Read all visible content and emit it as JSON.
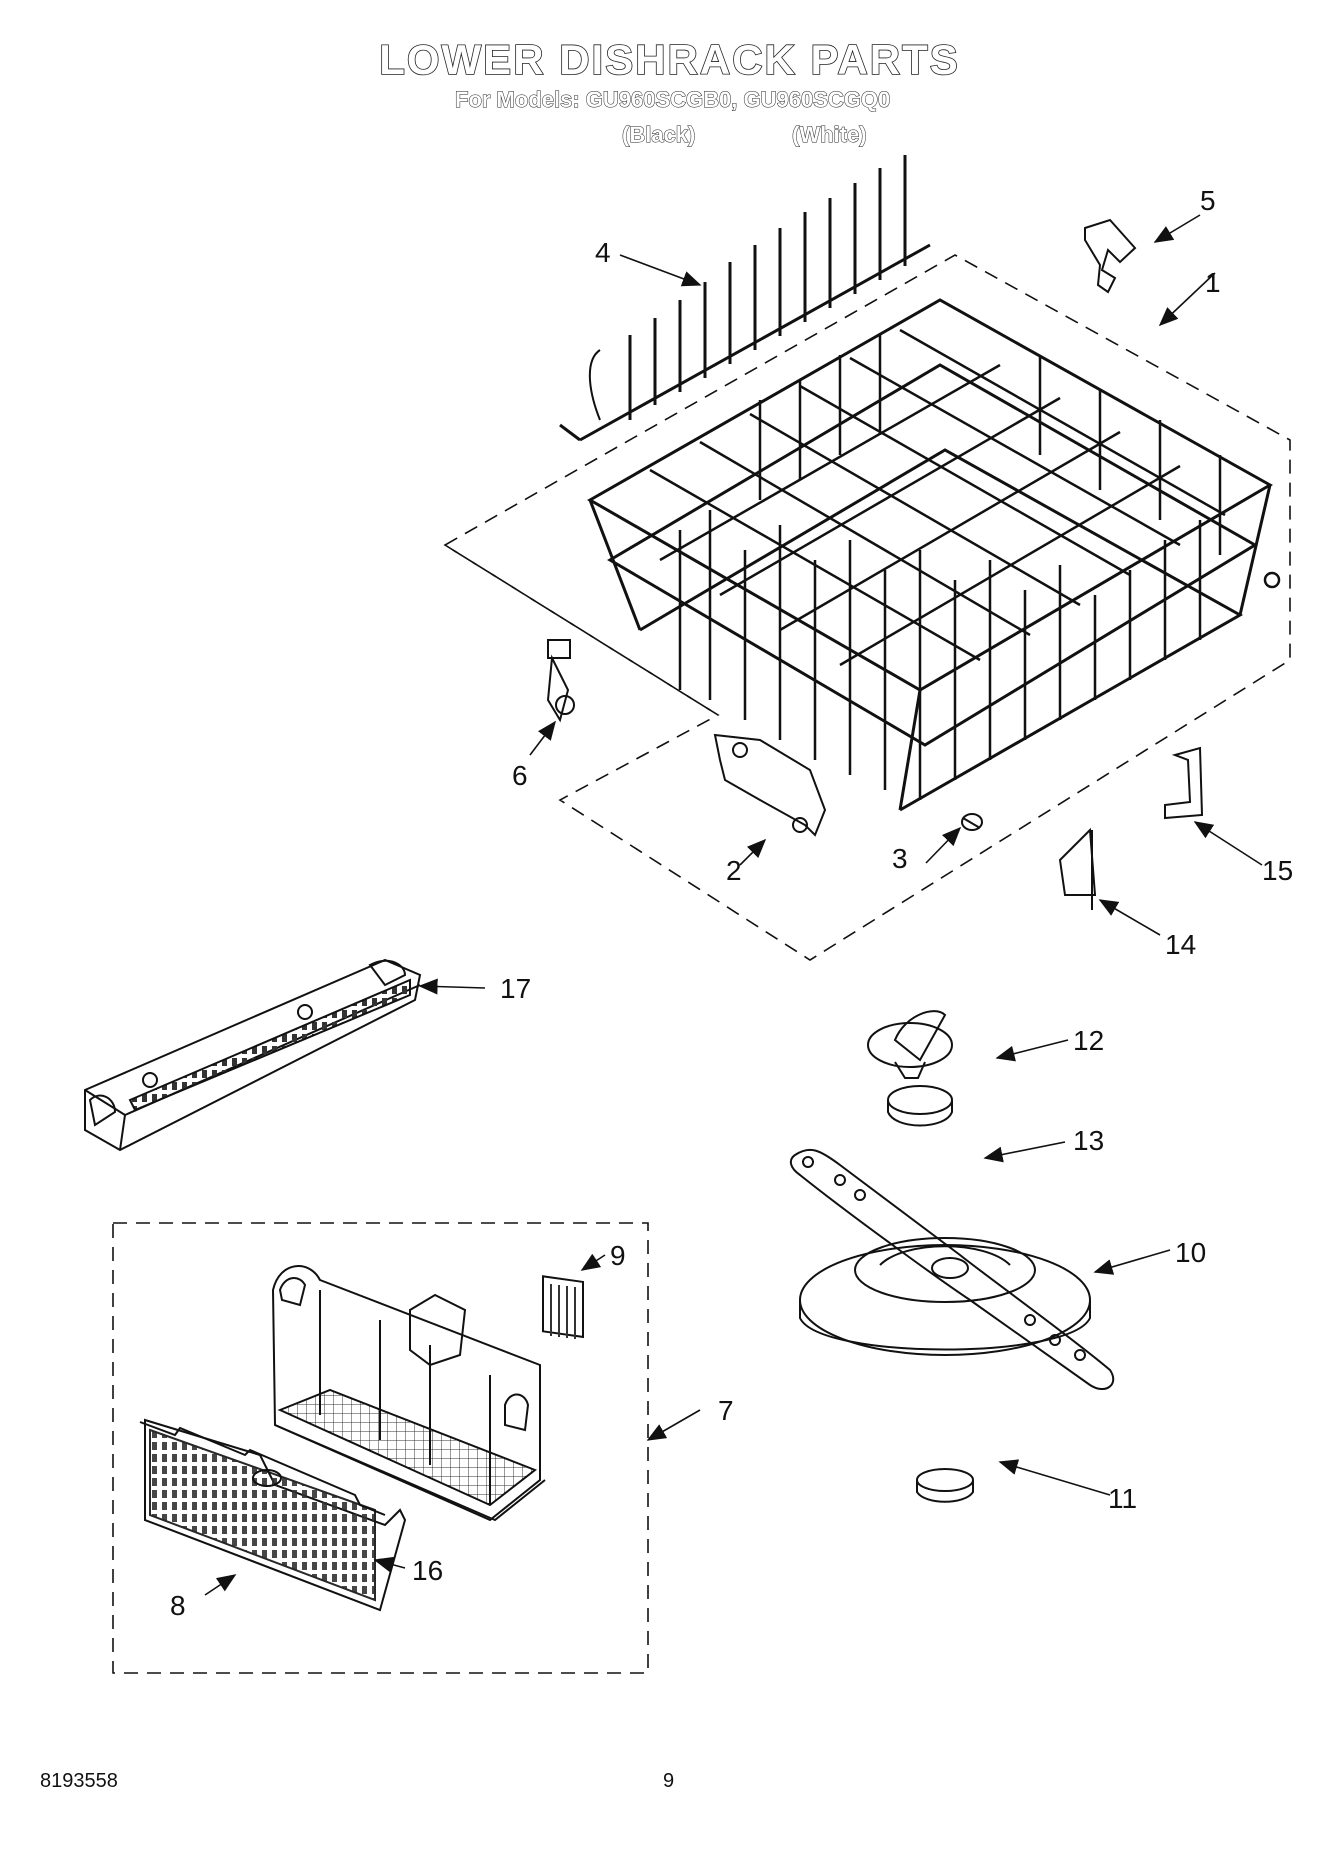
{
  "header": {
    "title": "LOWER DISHRACK PARTS",
    "models_line": "For Models: GU960SCGB0, GU960SCGQ0",
    "variant_black": "(Black)",
    "variant_white": "(White)"
  },
  "callouts": [
    "1",
    "2",
    "3",
    "4",
    "5",
    "6",
    "7",
    "8",
    "9",
    "10",
    "11",
    "12",
    "13",
    "14",
    "15",
    "16",
    "17"
  ],
  "footer": {
    "doc_number": "8193558",
    "page_number": "9"
  }
}
